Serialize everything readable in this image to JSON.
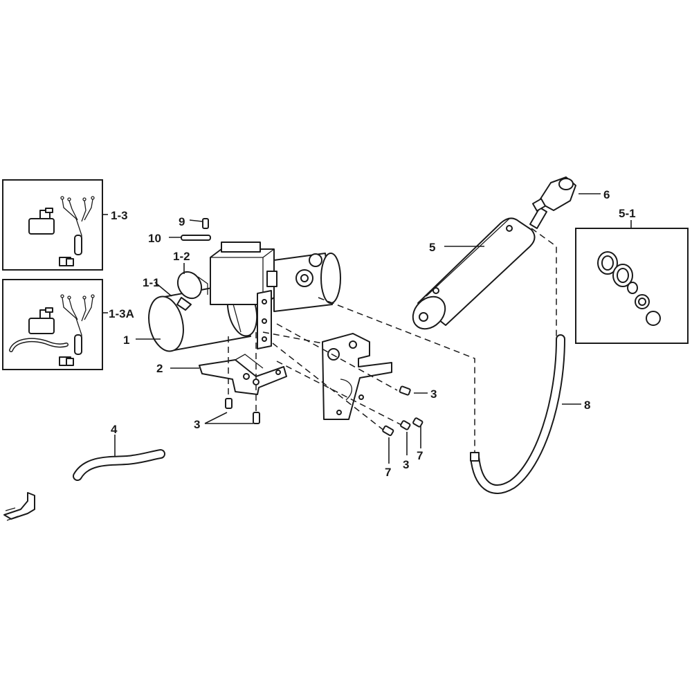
{
  "callouts": {
    "c_1_3": "1-3",
    "c_1_3a": "1-3A",
    "c_9": "9",
    "c_10": "10",
    "c_1_2": "1-2",
    "c_1_1": "1-1",
    "c_1": "1",
    "c_2": "2",
    "c_3_left": "3",
    "c_4": "4",
    "c_3_right_upper": "3",
    "c_7_lower": "7",
    "c_3_lower": "3",
    "c_7_right": "7",
    "c_5": "5",
    "c_6": "6",
    "c_5_1": "5-1",
    "c_8": "8"
  }
}
